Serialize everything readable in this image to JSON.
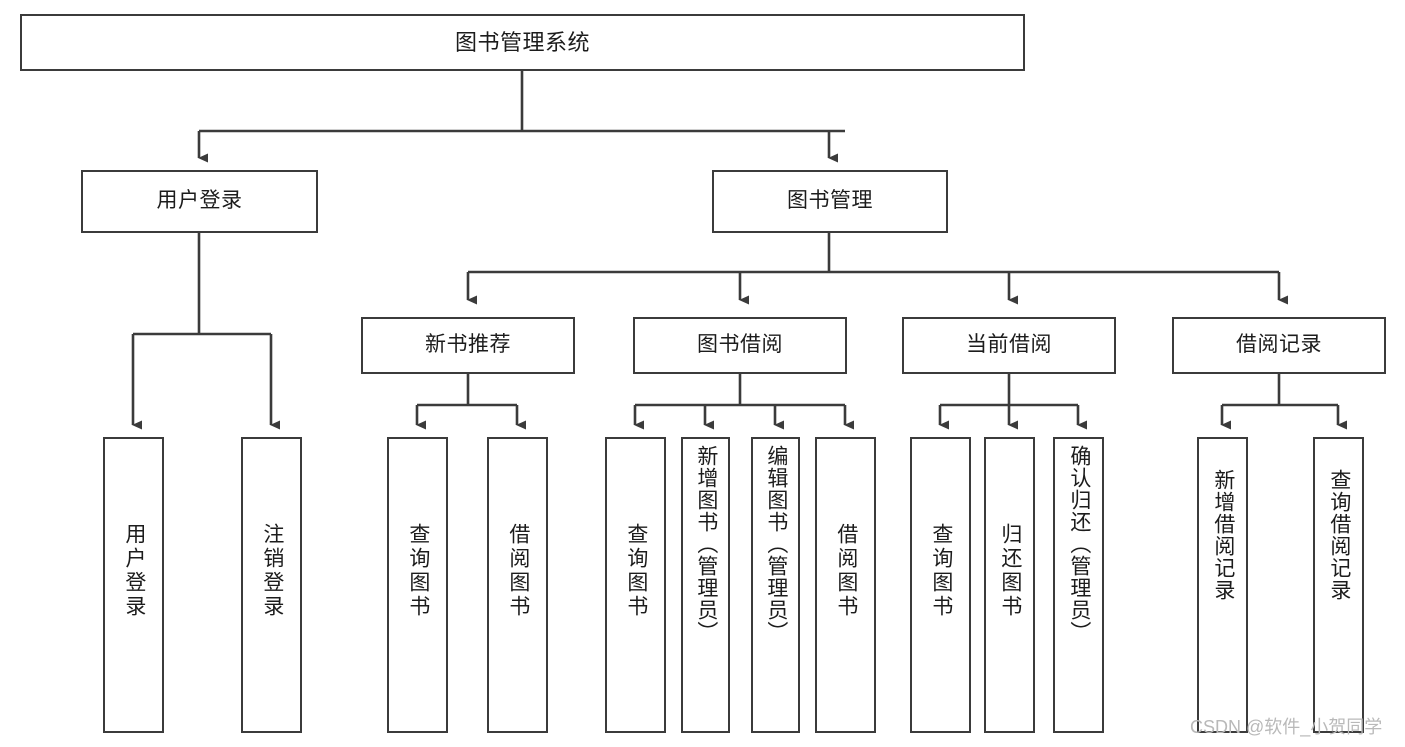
{
  "diagram": {
    "type": "tree-hierarchy-chart",
    "title": "图书管理系统",
    "background_color": "#ffffff",
    "box_border_color": "#3b3b3b",
    "connector_color": "#3b3b3b",
    "watermark": "CSDN @软件_小贺同学",
    "levels": {
      "root": "图书管理系统",
      "level2": [
        "用户登录",
        "图书管理"
      ],
      "level3": [
        "新书推荐",
        "图书借阅",
        "当前借阅",
        "借阅记录"
      ]
    },
    "nodes": {
      "root": {
        "label": "图书管理系统"
      },
      "user_login": {
        "label": "用户登录"
      },
      "book_manage": {
        "label": "图书管理"
      },
      "new_book_rec": {
        "label": "新书推荐"
      },
      "book_borrow": {
        "label": "图书借阅"
      },
      "current_borrow": {
        "label": "当前借阅"
      },
      "borrow_record": {
        "label": "借阅记录"
      },
      "leaf_user_login": {
        "label": "用户登录"
      },
      "leaf_user_logout": {
        "label": "注销登录"
      },
      "leaf_query_book_1": {
        "label": "查询图书"
      },
      "leaf_borrow_book_1": {
        "label": "借阅图书"
      },
      "leaf_query_book_2": {
        "label": "查询图书"
      },
      "leaf_add_book": {
        "label": "新增图书（管理员）"
      },
      "leaf_edit_book": {
        "label": "编辑图书（管理员）"
      },
      "leaf_borrow_book_2": {
        "label": "借阅图书"
      },
      "leaf_query_book_3": {
        "label": "查询图书"
      },
      "leaf_return_book": {
        "label": "归还图书"
      },
      "leaf_confirm_return": {
        "label": "确认归还（管理员）"
      },
      "leaf_add_record": {
        "label": "新增借阅记录"
      },
      "leaf_query_record": {
        "label": "查询借阅记录"
      }
    }
  }
}
